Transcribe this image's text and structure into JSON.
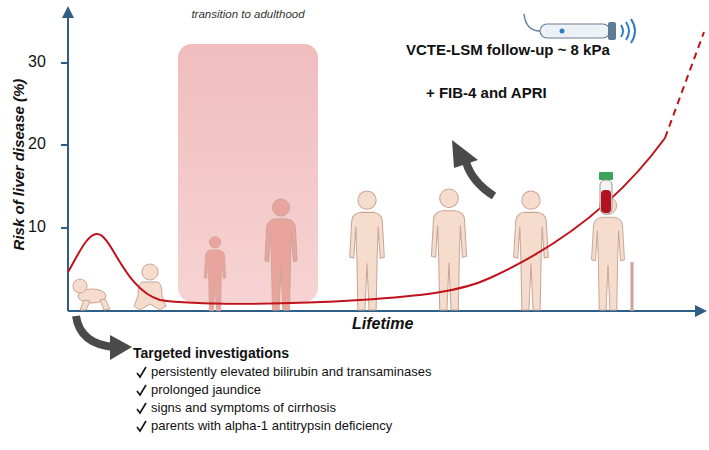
{
  "diagram": {
    "nodes": [
      {
        "text": [
          "transition to adulthood"
        ]
      }
    ],
    "labels": [
      "30",
      "VCTE-LSM follow-up ~ 8 kPa",
      "20",
      "+ FIB-4 and APRI",
      "10",
      "Risk of liver disease (%)",
      "Lifetime",
      "Targeted investigations",
      "persistently elevated bilirubin and transaminases",
      "prolonged jaundice",
      "signs and symptoms of cirrhosis",
      "parents with alpha-1 antitrypsin deficiency"
    ]
  }
}
